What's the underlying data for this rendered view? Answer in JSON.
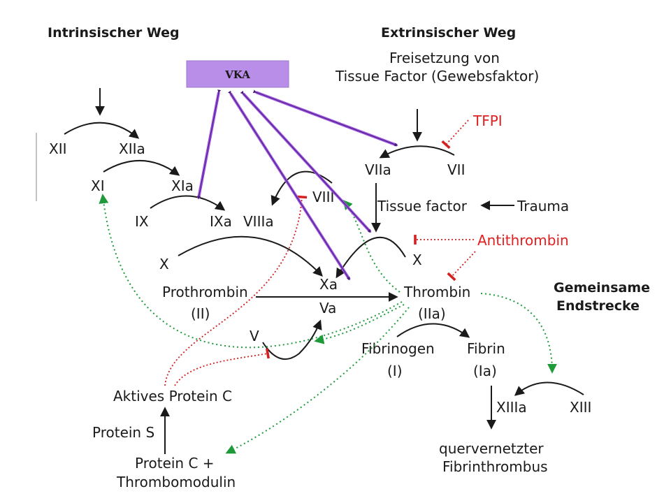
{
  "headers": {
    "intrinsic": "Intrinsischer Weg",
    "extrinsic": "Extrinsischer Weg",
    "common_line1": "Gemeinsame",
    "common_line2": "Endstrecke"
  },
  "vka": {
    "label": "VKA",
    "color": "#b98ee8"
  },
  "release": {
    "line1": "Freisetzung von",
    "line2": "Tissue Factor (Gewebsfaktor)"
  },
  "factors": {
    "xii": "XII",
    "xiia": "XIIa",
    "xi": "XI",
    "xia": "XIa",
    "ix": "IX",
    "ixa": "IXa",
    "viiia": "VIIIa",
    "viii": "VIII",
    "x_left": "X",
    "xa": "Xa",
    "va": "Va",
    "x_right": "X",
    "viia": "VIIa",
    "vii": "VII",
    "tissue_factor": "Tissue factor",
    "trauma": "Trauma",
    "prothrombin": "Prothrombin",
    "prothrombin_code": "(II)",
    "thrombin": "Thrombin",
    "thrombin_code": "(IIa)",
    "v": "V",
    "fibrinogen": "Fibrinogen",
    "fibrinogen_code": "(I)",
    "fibrin": "Fibrin",
    "fibrin_code": "(Ia)",
    "xiiia": "XIIIa",
    "xiii": "XIII",
    "crosslinked_line1": "quervernetzter",
    "crosslinked_line2": "Fibrinthrombus",
    "active_protein_c": "Aktives Protein C",
    "protein_s": "Protein S",
    "protein_c_line1": "Protein C +",
    "protein_c_line2": "Thrombomodulin"
  },
  "inhibitors": {
    "tfpi": "TFPI",
    "antithrombin": "Antithrombin"
  },
  "colors": {
    "inhibition": "#e02020",
    "activation_feedback": "#1f9a3a",
    "vka_arrows": "#9b55e0"
  }
}
